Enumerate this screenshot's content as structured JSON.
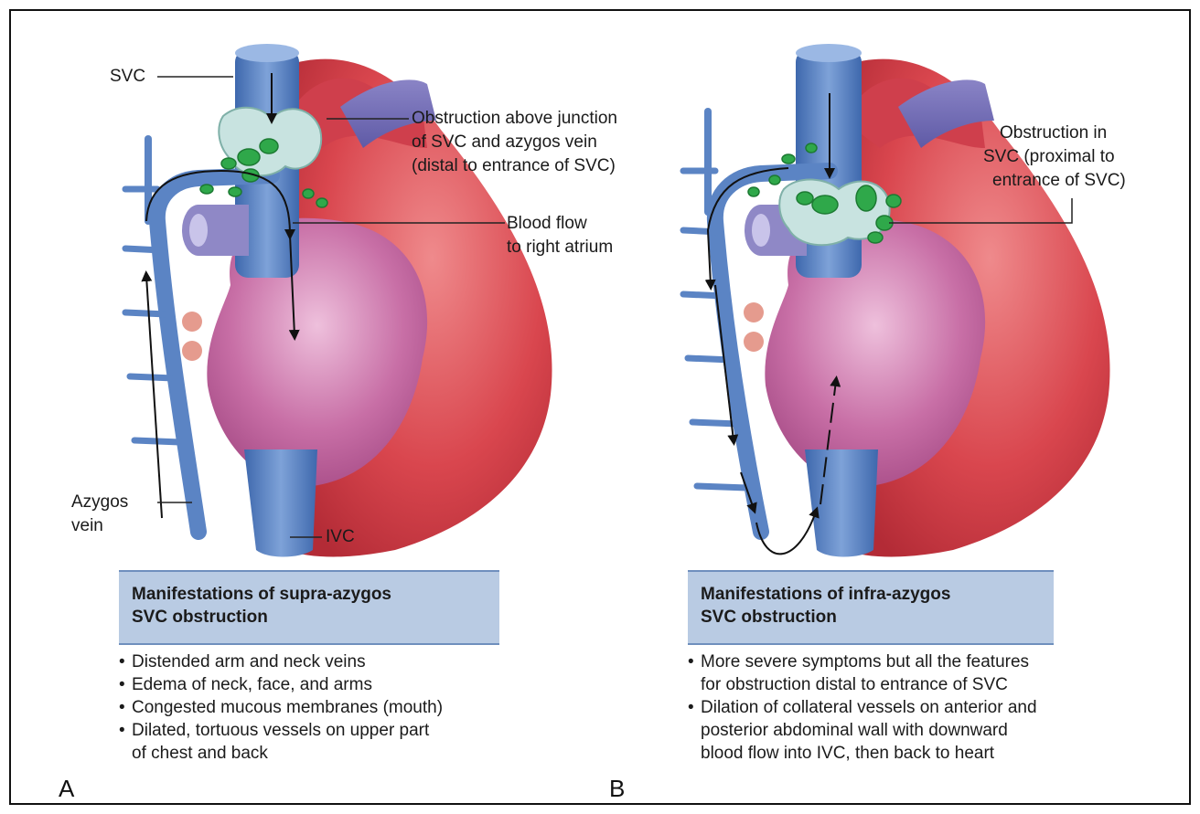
{
  "panel_a": {
    "letter": "A",
    "labels": {
      "svc": "SVC",
      "obstruction": [
        "Obstruction above junction",
        "of SVC and azygos vein",
        "(distal to entrance of SVC)"
      ],
      "blood_flow": [
        "Blood flow",
        "to right atrium"
      ],
      "azygos": [
        "Azygos",
        "vein"
      ],
      "ivc": "IVC"
    },
    "box_title": [
      "Manifestations of supra-azygos",
      "SVC obstruction"
    ],
    "bullets": [
      [
        "Distended arm and neck veins"
      ],
      [
        "Edema of neck, face, and arms"
      ],
      [
        "Congested mucous membranes (mouth)"
      ],
      [
        "Dilated, tortuous vessels on upper part",
        "of chest and back"
      ]
    ]
  },
  "panel_b": {
    "letter": "B",
    "labels": {
      "obstruction": [
        "Obstruction in",
        "SVC (proximal to",
        "entrance of SVC)"
      ]
    },
    "box_title": [
      "Manifestations of infra-azygos",
      "SVC obstruction"
    ],
    "bullets": [
      [
        "More severe symptoms but all the features",
        "for obstruction distal to entrance of SVC"
      ],
      [
        "Dilation of collateral vessels on anterior and",
        "posterior abdominal wall with downward",
        "blood flow into IVC, then back to heart"
      ]
    ]
  },
  "colors": {
    "heart_red": "#d9464e",
    "atrium_pink": "#c86fa6",
    "vein_blue": "#5b84c4",
    "box_blue": "#b9cbe3",
    "obstruction_green": "#2fa84a"
  }
}
